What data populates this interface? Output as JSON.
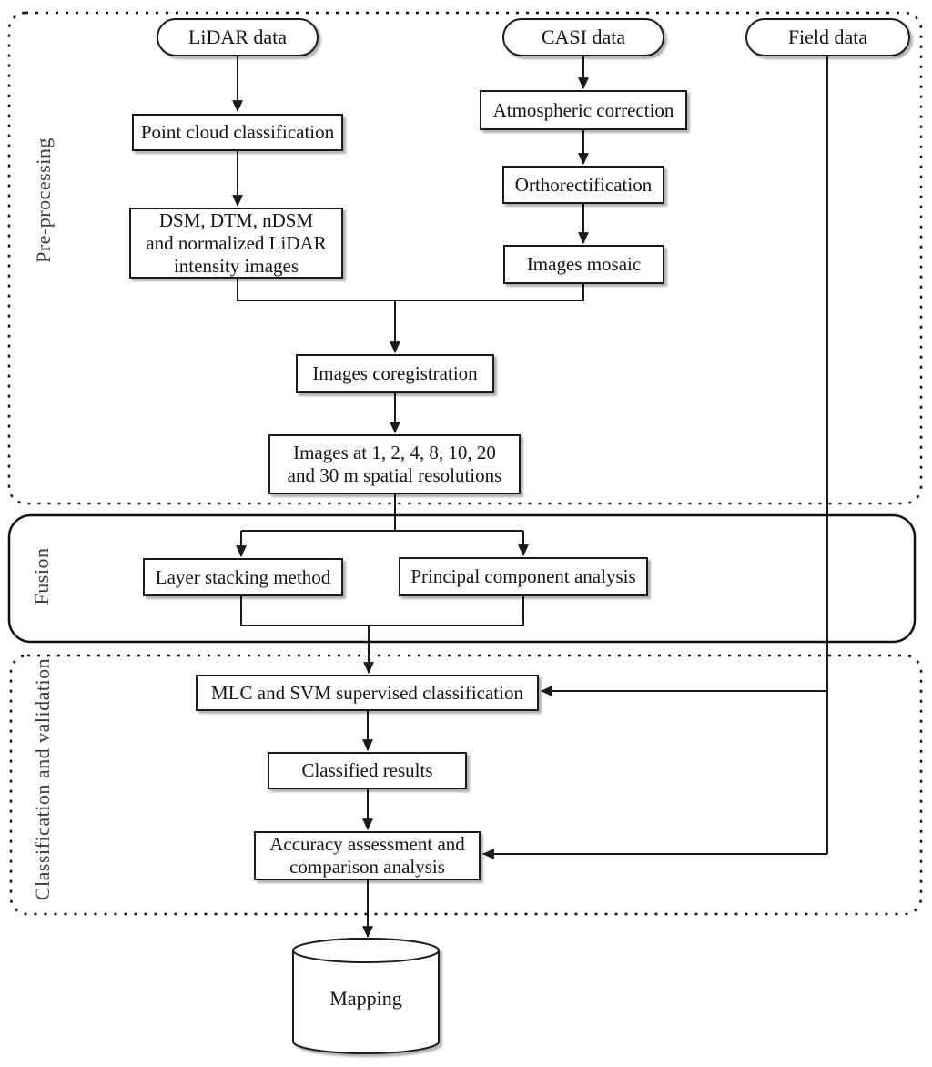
{
  "diagram": {
    "sections": {
      "preprocessing": {
        "label": "Pre-processing",
        "border": "dotted"
      },
      "fusion": {
        "label": "Fusion",
        "border": "solid"
      },
      "classification": {
        "label": "Classification and validation",
        "border": "dotted"
      }
    },
    "sources": {
      "lidar": {
        "label": "LiDAR data"
      },
      "casi": {
        "label": "CASI data"
      },
      "field": {
        "label": "Field data"
      }
    },
    "nodes": {
      "point_cloud": {
        "label": "Point cloud classification"
      },
      "dsm": {
        "lines": [
          "DSM, DTM, nDSM",
          "and normalized LiDAR",
          "intensity images"
        ]
      },
      "atmospheric": {
        "label": "Atmospheric correction"
      },
      "orthorectification": {
        "label": "Orthorectification"
      },
      "mosaic": {
        "label": "Images mosaic"
      },
      "coregistration": {
        "label": "Images coregistration"
      },
      "resolutions": {
        "lines": [
          "Images at 1, 2, 4, 8, 10, 20",
          "and 30 m spatial resolutions"
        ]
      },
      "layer_stacking": {
        "label": "Layer stacking method"
      },
      "pca": {
        "label": "Principal component analysis"
      },
      "mlc_svm": {
        "label": "MLC and SVM supervised classification"
      },
      "classified_results": {
        "label": "Classified results"
      },
      "accuracy": {
        "lines": [
          "Accuracy assessment and",
          "comparison analysis"
        ]
      },
      "mapping": {
        "label": "Mapping"
      }
    },
    "colors": {
      "line": "#1a1a1a",
      "text": "#141414",
      "section_label": "#3d3d3d",
      "background": "#ffffff"
    }
  }
}
